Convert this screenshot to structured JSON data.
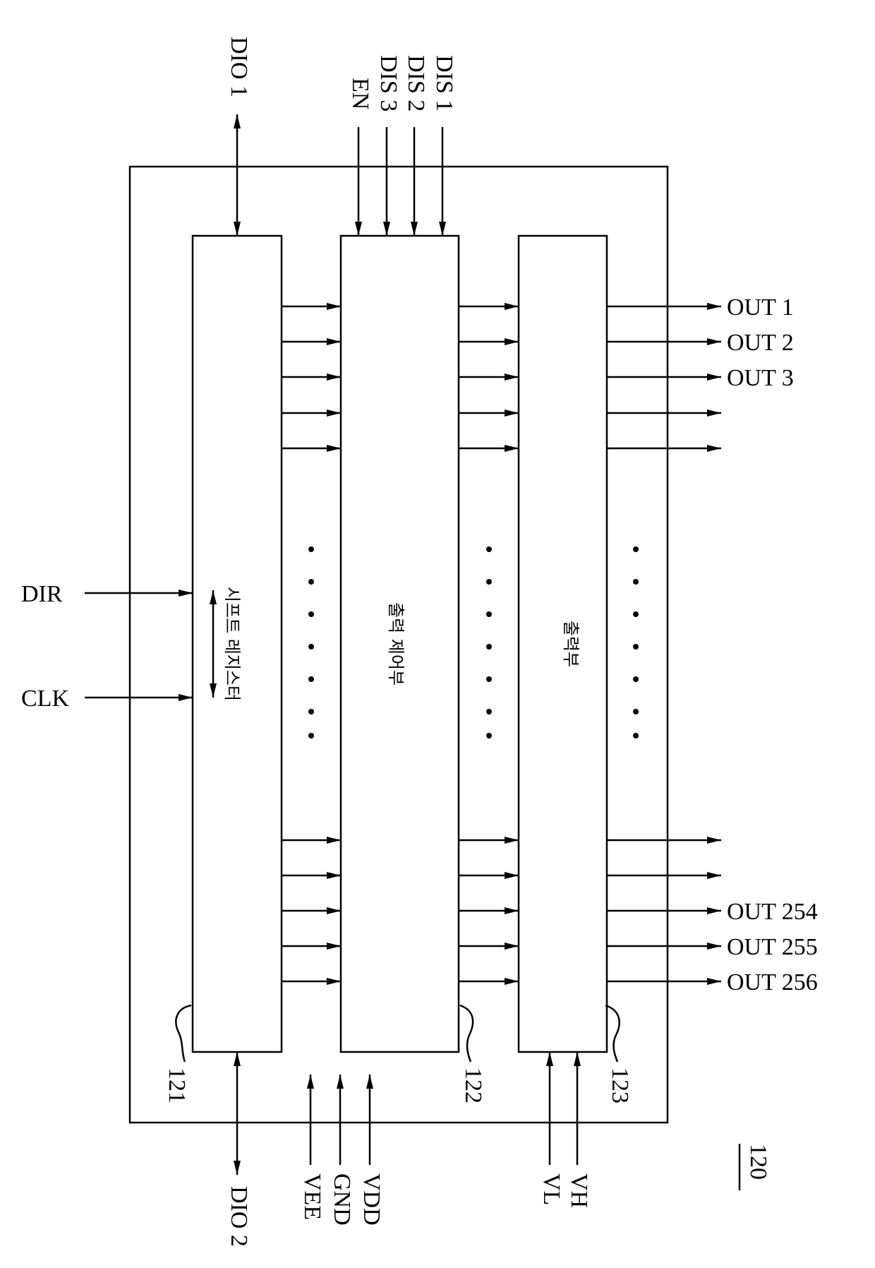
{
  "figure_number": "120",
  "blocks": {
    "shift_register": {
      "name": "시프트 레지스터",
      "ref": "121"
    },
    "output_control": {
      "name": "출력 제어부",
      "ref": "122"
    },
    "output_unit": {
      "name": "출력부",
      "ref": "123"
    }
  },
  "signals": {
    "dio1": "DIO 1",
    "dio2": "DIO 2",
    "dir": "DIR",
    "clk": "CLK",
    "en": "EN",
    "dis3": "DIS 3",
    "dis2": "DIS 2",
    "dis1": "DIS 1",
    "vee": "VEE",
    "gnd": "GND",
    "vdd": "VDD",
    "vl": "VL",
    "vh": "VH"
  },
  "outputs": {
    "out1": "OUT 1",
    "out2": "OUT 2",
    "out3": "OUT 3",
    "out254": "OUT 254",
    "out255": "OUT 255",
    "out256": "OUT 256"
  }
}
